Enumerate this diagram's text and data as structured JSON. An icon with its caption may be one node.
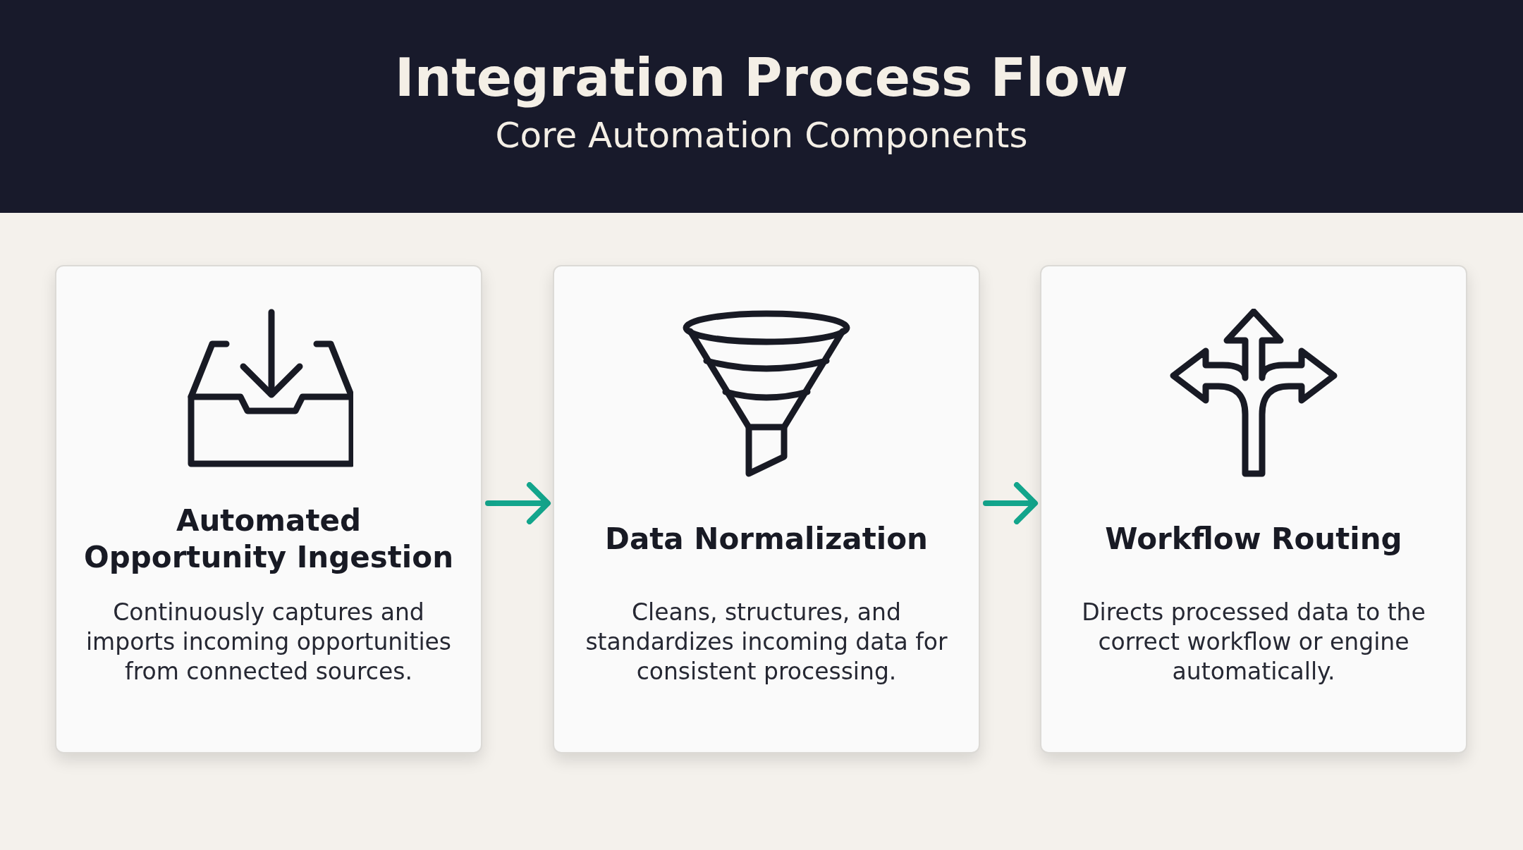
{
  "diagram": {
    "title": "Integration Process Flow",
    "caption": "Core Automation Components",
    "nodes": [
      {
        "text": [
          "Automated Opportunity Ingestion",
          "Continuously captures and imports incoming opportunities from connected sources."
        ]
      },
      {
        "text": [
          "Data Normalization",
          "Cleans, structures, and standardizes incoming data for consistent processing."
        ]
      },
      {
        "text": [
          "Workflow Routing",
          "Directs processed data to the correct workflow or engine automatically."
        ]
      }
    ],
    "edges": [
      {
        "from": 0,
        "to": 1,
        "arrow": "to",
        "color": "#13a58c"
      },
      {
        "from": 1,
        "to": 2,
        "arrow": "to",
        "color": "#13a58c"
      }
    ]
  }
}
